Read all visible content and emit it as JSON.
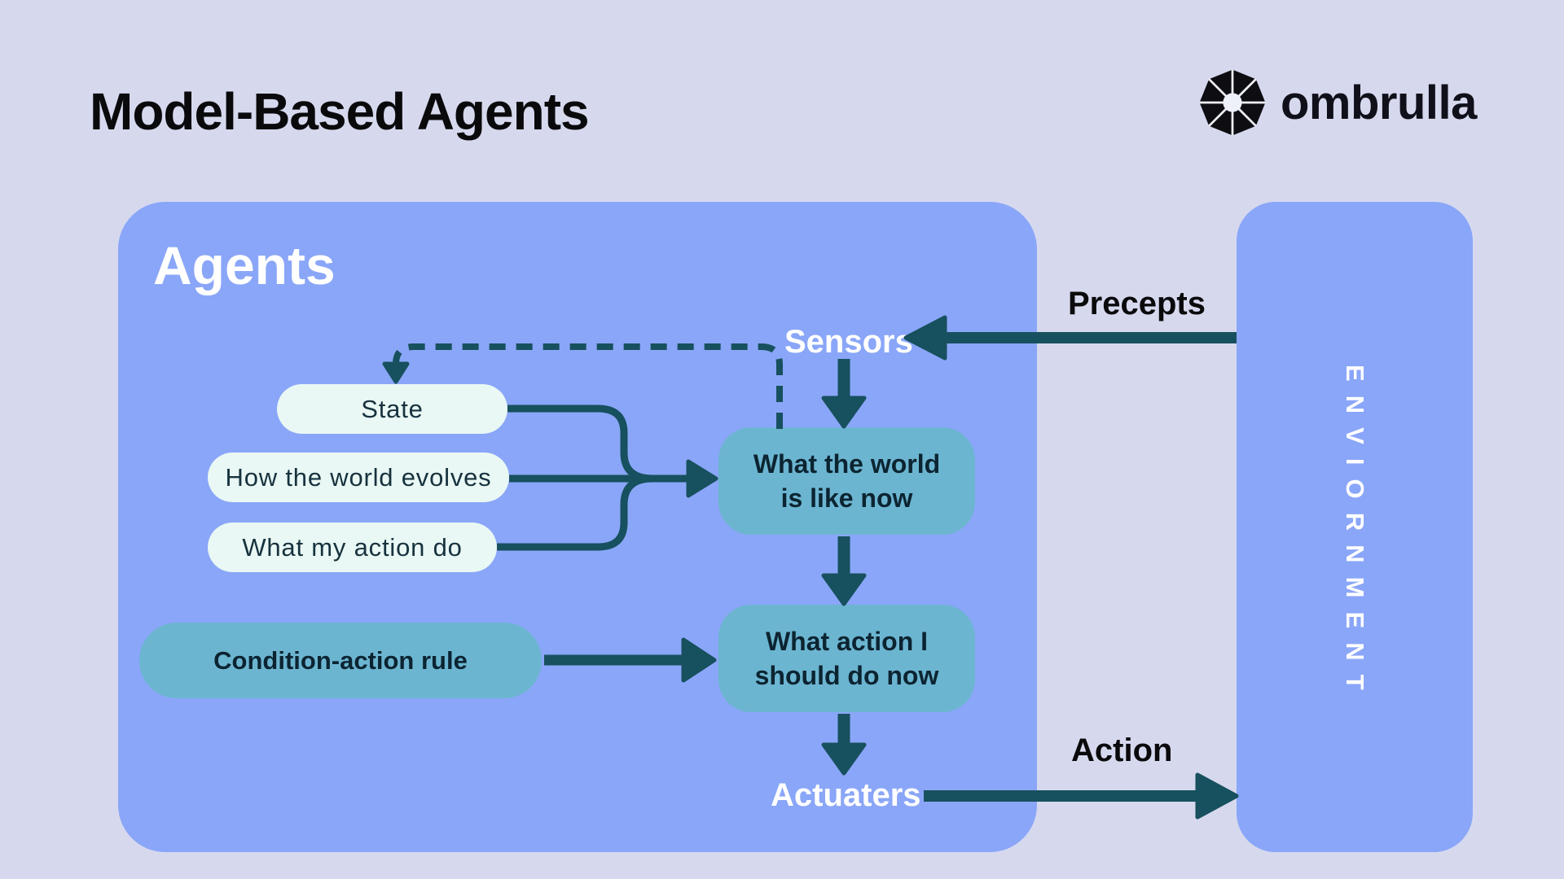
{
  "title": "Model-Based Agents",
  "logo": {
    "brand": "ombrulla",
    "icon": "umbrella-octagon"
  },
  "agents_panel": {
    "heading": "Agents"
  },
  "environment_panel": {
    "heading": "ENVIORNMENT"
  },
  "io_labels": {
    "sensors": "Sensors",
    "actuators": "Actuaters",
    "percepts": "Precepts",
    "action": "Action"
  },
  "model_boxes": [
    {
      "label": "State"
    },
    {
      "label": "How the world evolves"
    },
    {
      "label": "What my action do"
    }
  ],
  "process_boxes": {
    "world_now": {
      "line1": "What the world",
      "line2": "is like now"
    },
    "action_now": {
      "line1": "What action I",
      "line2": "should do now"
    },
    "condition_rule": {
      "label": "Condition-action rule"
    }
  },
  "colors": {
    "background": "#d6d9ee",
    "panel_blue": "#8aa6f8",
    "process_teal": "#6cb5d1",
    "model_mint": "#e9f8f4",
    "arrow_dark_teal": "#17505e",
    "box_text_dark": "#0c2431",
    "label_black": "#0a0a0c",
    "white": "#ffffff"
  }
}
